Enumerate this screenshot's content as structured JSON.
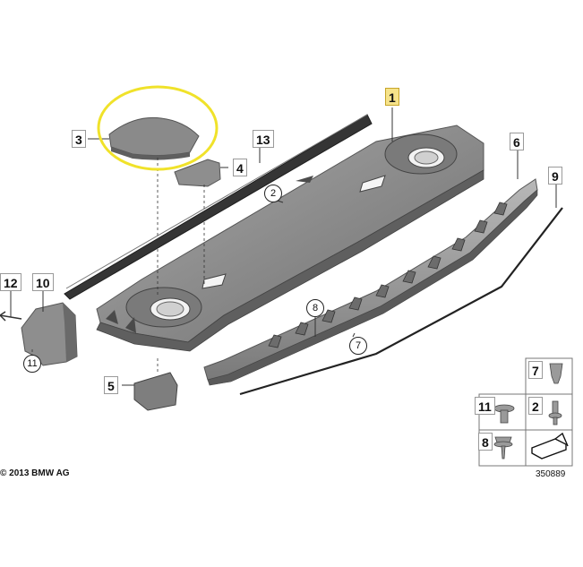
{
  "labels": {
    "p1": "1",
    "p2": "2",
    "p3": "3",
    "p4": "4",
    "p5": "5",
    "p6": "6",
    "p7": "7",
    "p8": "8",
    "p9": "9",
    "p10": "10",
    "p11": "11",
    "p12": "12",
    "p13": "13"
  },
  "legend": {
    "l7": "7",
    "l11": "11",
    "l2": "2",
    "l8": "8"
  },
  "copyright": "© 2013 BMW AG",
  "diagram_number": "350889",
  "colors": {
    "highlight_ring": "#f0e22a",
    "label_highlight": "#f6e38a",
    "part_gray": "#8f8f8f",
    "dark_seal": "#333333"
  }
}
